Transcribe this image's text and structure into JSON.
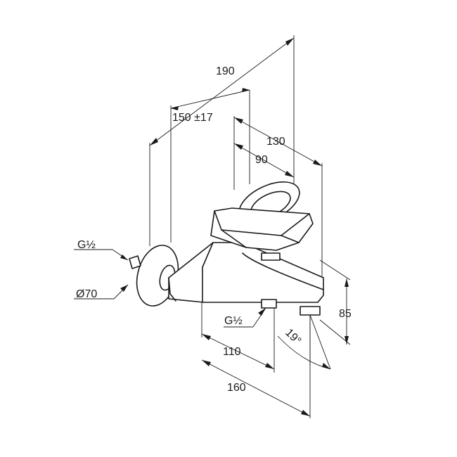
{
  "dimensions": {
    "overall_depth": "190",
    "wall_distance": "150 ±17",
    "handle_depth": "130",
    "lever_offset": "90",
    "height": "85",
    "outlet_depth": "110",
    "total_width": "160",
    "angle": "19°"
  },
  "connections": {
    "inlet_thread": "G½",
    "escutcheon_diameter": "Ø70",
    "outlet_thread": "G½"
  }
}
